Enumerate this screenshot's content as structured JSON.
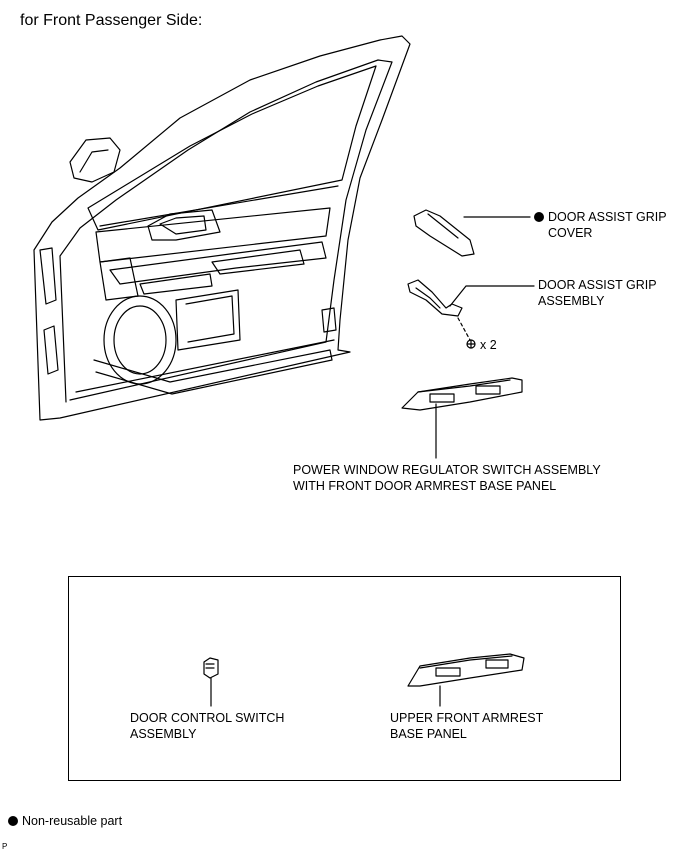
{
  "title": "for Front Passenger Side:",
  "labels": {
    "grip_cover_line1": "DOOR ASSIST GRIP",
    "grip_cover_line2": "COVER",
    "grip_assembly_line1": "DOOR ASSIST GRIP",
    "grip_assembly_line2": "ASSEMBLY",
    "screw_count": "x 2",
    "pw_switch_line1": "POWER WINDOW REGULATOR SWITCH ASSEMBLY",
    "pw_switch_line2": "WITH FRONT DOOR ARMREST BASE PANEL",
    "door_ctrl_line1": "DOOR CONTROL SWITCH",
    "door_ctrl_line2": "ASSEMBLY",
    "upper_panel_line1": "UPPER FRONT ARMREST",
    "upper_panel_line2": "BASE PANEL"
  },
  "legend": {
    "non_reusable": "Non-reusable part"
  },
  "corner_mark": "P"
}
